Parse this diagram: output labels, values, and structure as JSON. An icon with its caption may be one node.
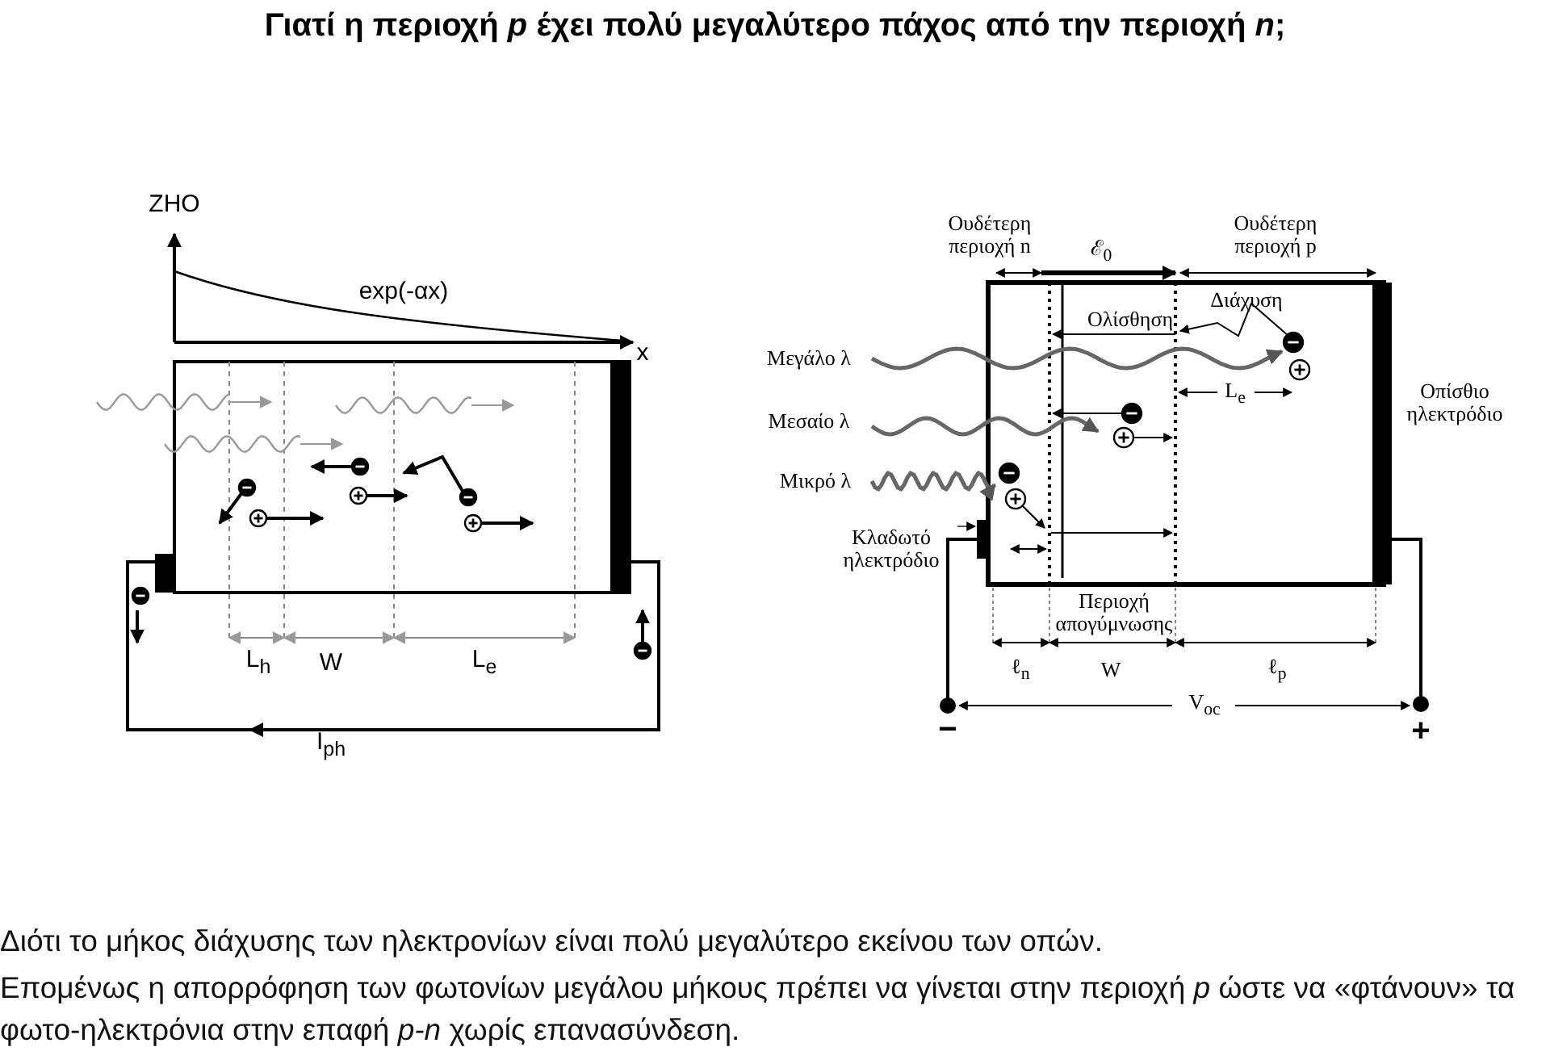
{
  "diagram": {
    "title": "Γιατί η περιοχή *p* έχει πολύ μεγαλύτερο πάχος από την περιοχή *n*;",
    "nodes": [
      {
        "text": [
          "Κλαδωτό ηλεκτρόδιο"
        ]
      },
      {
        "text": [],
        "shape": "bar"
      }
    ],
    "edges": [
      {
        "from": 0,
        "to": 1,
        "arrow": "to"
      }
    ],
    "labels": [
      "ZHO",
      "exp(-αx)",
      "x",
      "L$_{h}$",
      "W",
      "L$_{e}$",
      "I$_{ph}$",
      "Ουδέτερη περιοχή n",
      "ℰ$_{0}$",
      "Ουδέτερη περιοχή p",
      "Διάχυση",
      "Ολίσθηση",
      "Μεγάλο λ",
      "L$_{e}$",
      "Οπίσθιο ηλεκτρόδιο",
      "Μεσαίο λ",
      "Μικρό λ",
      "Περιοχή απογύμνωσης",
      "ℓ$_{n}$",
      "W",
      "ℓ$_{p}$",
      "V$_{oc}$",
      "−",
      "+",
      "Διότι το μήκος διάχυσης των ηλεκτρονίων είναι πολύ μεγαλύτερο εκείνου των οπών.",
      "Επομένως η απορρόφηση των φωτονίων μεγάλου μήκους πρέπει να γίνεται στην περιοχή *p* ώστε να «φτάνουν» τα φωτο-ηλεκτρόνια στην επαφή *p-n* χωρίς επανασύνδεση."
    ]
  }
}
